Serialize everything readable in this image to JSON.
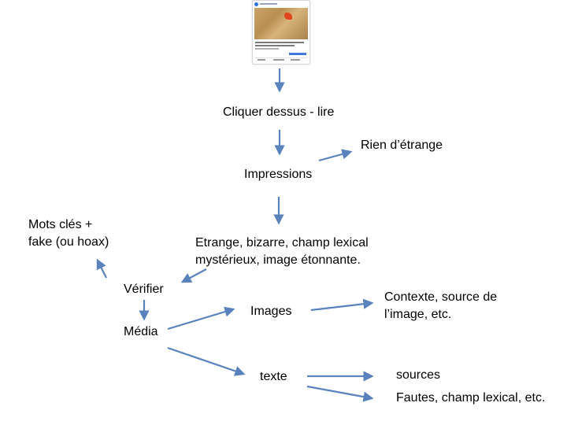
{
  "thumbnail": {
    "kind": "social-media-post",
    "accent": "#3d7be0"
  },
  "colors": {
    "arrow": "#5a82bd",
    "text": "#000000"
  },
  "nodes": {
    "cliquer": "Cliquer dessus - lire",
    "rien": "Rien d’étrange",
    "impressions": "Impressions",
    "mots_line1": "Mots clés +",
    "mots_line2": "fake (ou hoax)",
    "etrange_line1": "Etrange, bizarre, champ lexical",
    "etrange_line2": "mystérieux, image étonnante.",
    "verifier": "Vérifier",
    "images": "Images",
    "contexte_line1": "Contexte, source de",
    "contexte_line2": "l’image, etc.",
    "media": "Média",
    "texte": "texte",
    "sources": "sources",
    "fautes": "Fautes, champ lexical, etc."
  }
}
